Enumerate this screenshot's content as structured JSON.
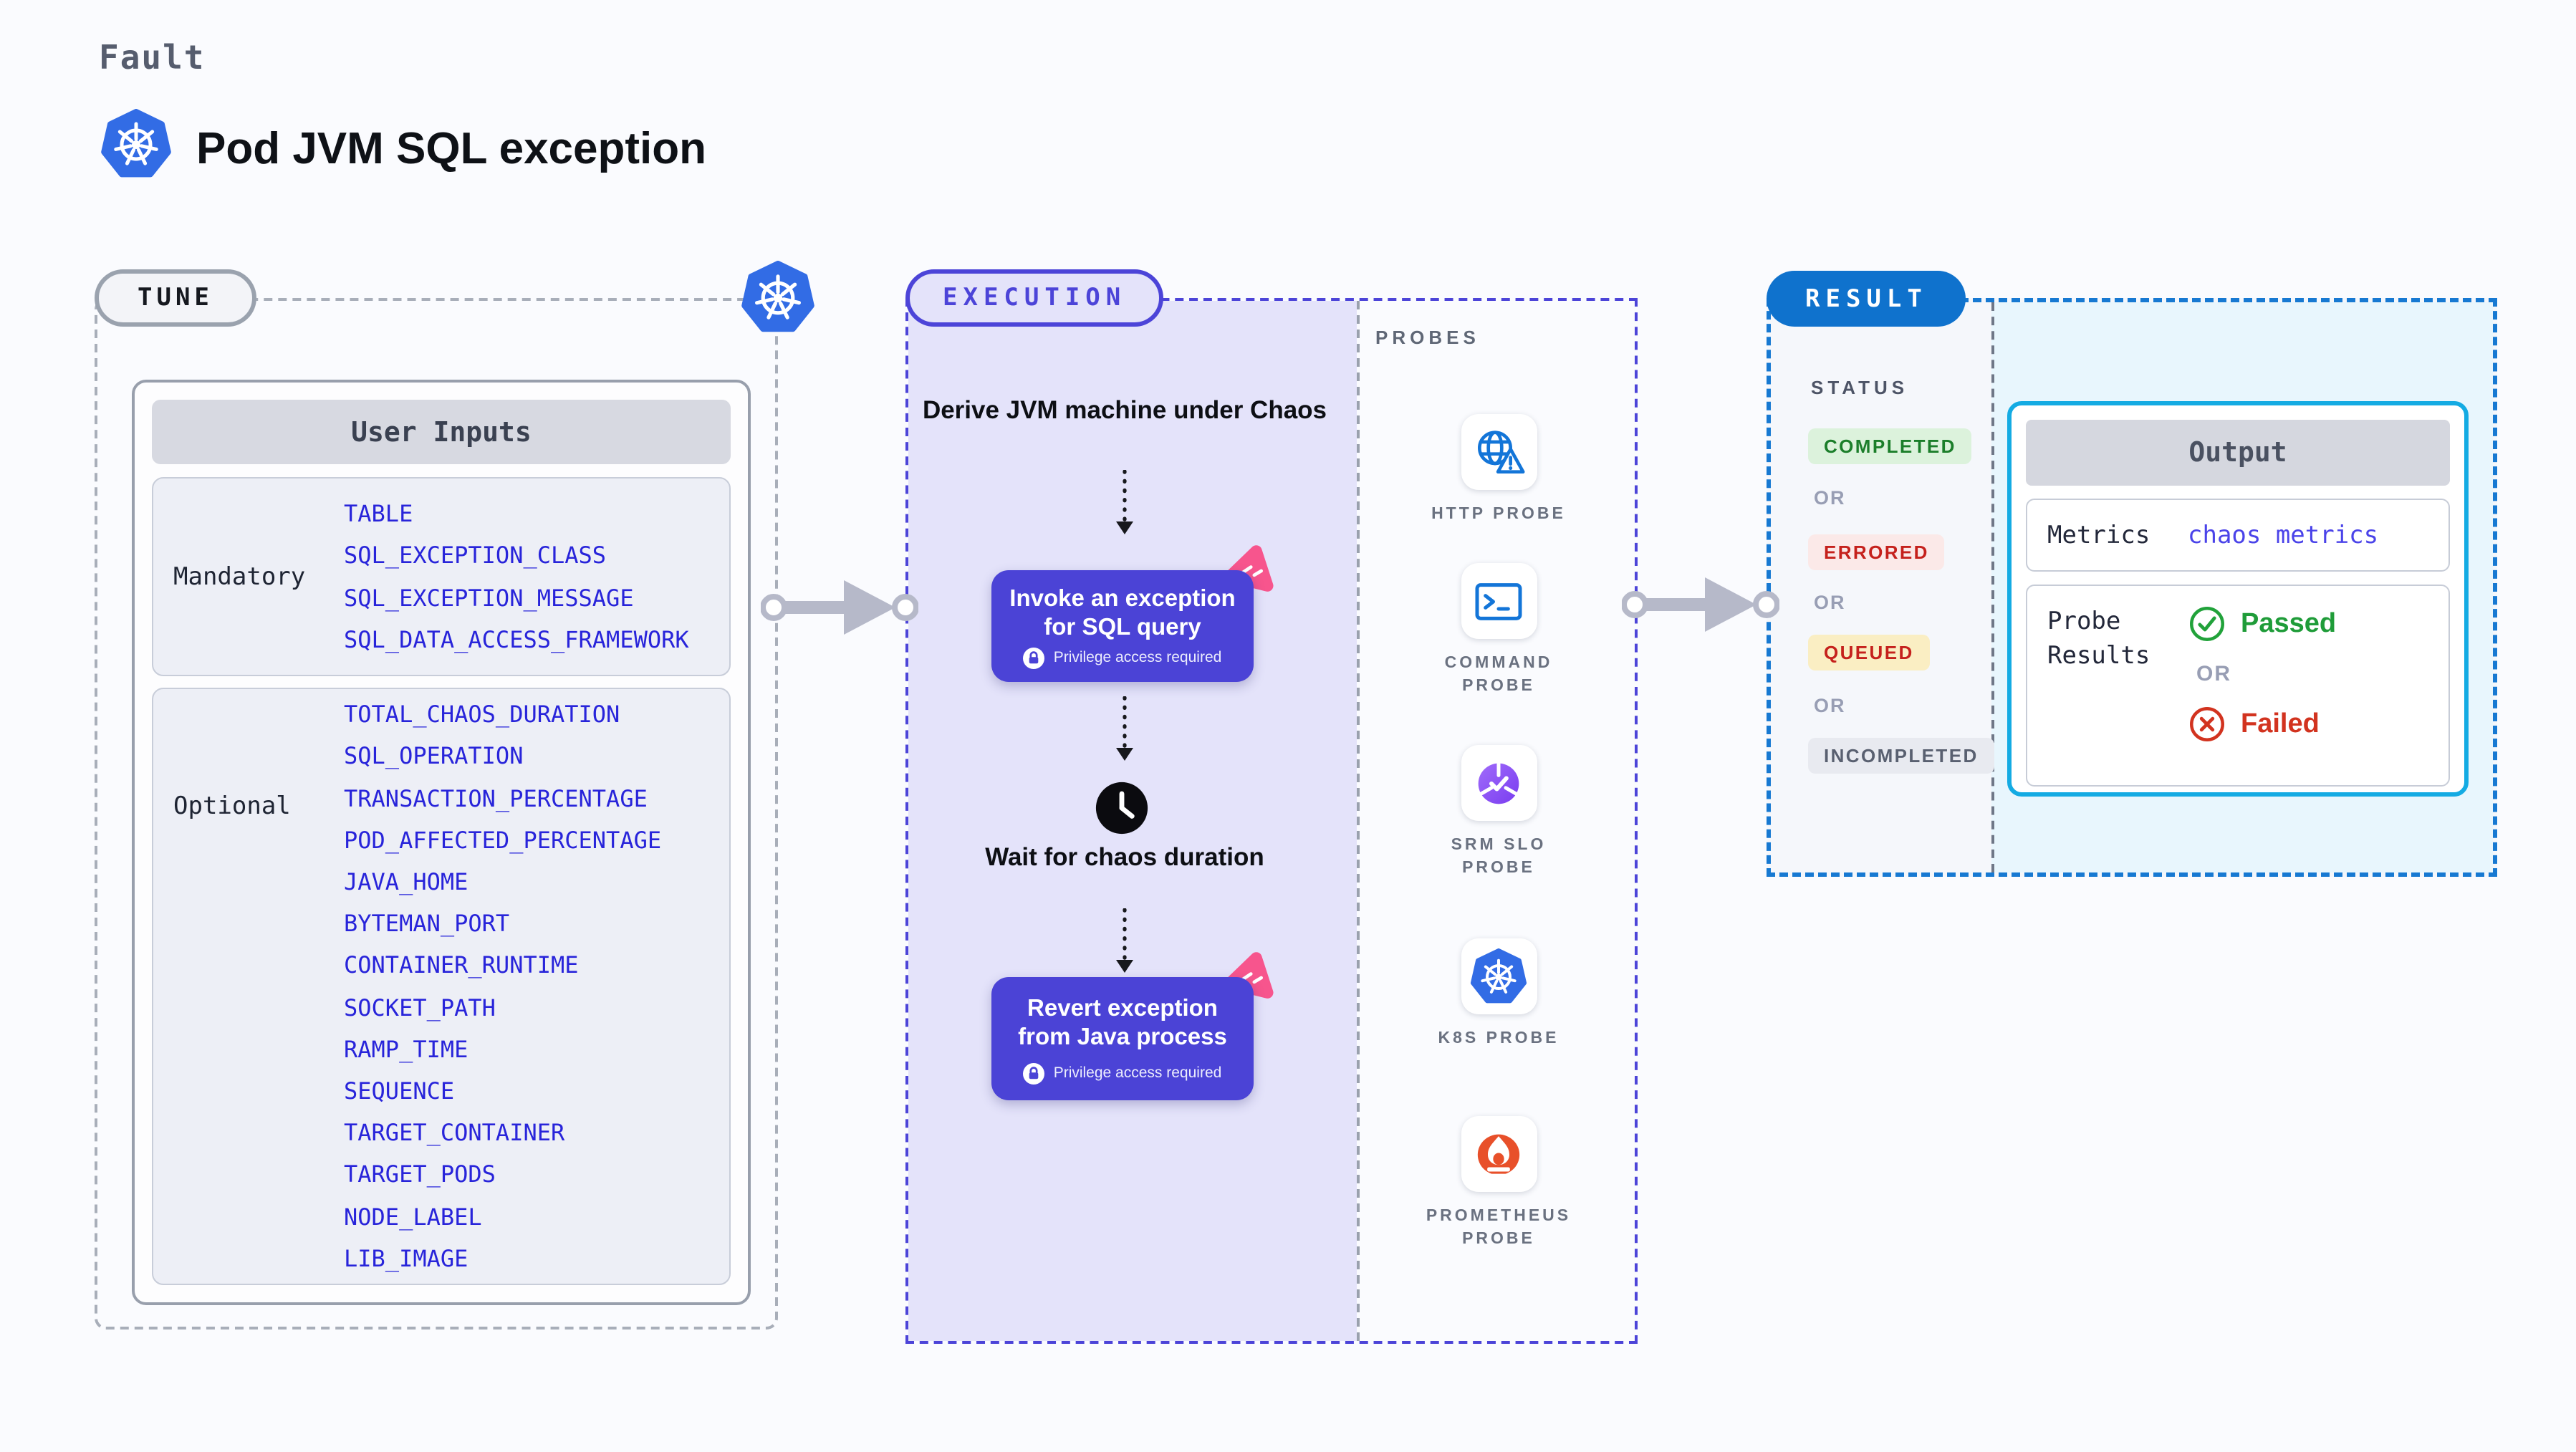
{
  "header": {
    "kicker": "Fault",
    "title": "Pod JVM SQL exception",
    "title_icon": "kubernetes-icon"
  },
  "tune": {
    "pill": "TUNE",
    "corner_icon": "kubernetes-icon",
    "table": {
      "title": "User Inputs",
      "groups": [
        {
          "label": "Mandatory",
          "items": [
            "TABLE",
            "SQL_EXCEPTION_CLASS",
            "SQL_EXCEPTION_MESSAGE",
            "SQL_DATA_ACCESS_FRAMEWORK"
          ]
        },
        {
          "label": "Optional",
          "items": [
            "TOTAL_CHAOS_DURATION",
            "SQL_OPERATION",
            "TRANSACTION_PERCENTAGE",
            "POD_AFFECTED_PERCENTAGE",
            "JAVA_HOME",
            "BYTEMAN_PORT",
            "CONTAINER_RUNTIME",
            "SOCKET_PATH",
            "RAMP_TIME",
            "SEQUENCE",
            "TARGET_CONTAINER",
            "TARGET_PODS",
            "NODE_LABEL",
            "LIB_IMAGE"
          ]
        }
      ]
    }
  },
  "execution": {
    "pill": "EXECUTION",
    "step1": "Derive JVM machine under Chaos",
    "invoke": {
      "title": "Invoke an exception for SQL query",
      "privilege": "Privilege access required",
      "icon": "lock-icon",
      "corner_icon": "chaos-icon"
    },
    "wait": {
      "title": "Wait for chaos duration",
      "icon": "clock-icon"
    },
    "revert": {
      "title": "Revert exception from Java process",
      "privilege": "Privilege access required",
      "icon": "lock-icon",
      "corner_icon": "chaos-icon"
    }
  },
  "probes": {
    "title": "PROBES",
    "items": [
      {
        "label": "HTTP PROBE",
        "icon": "globe-alert-icon"
      },
      {
        "label": "COMMAND PROBE",
        "icon": "terminal-icon"
      },
      {
        "label": "SRM SLO PROBE",
        "icon": "slo-gauge-icon"
      },
      {
        "label": "K8S PROBE",
        "icon": "kubernetes-icon"
      },
      {
        "label": "PROMETHEUS PROBE",
        "icon": "prometheus-icon"
      }
    ]
  },
  "result": {
    "pill": "RESULT",
    "status_title": "STATUS",
    "or_label": "OR",
    "statuses": [
      {
        "text": "COMPLETED",
        "tone": "green"
      },
      {
        "text": "ERRORED",
        "tone": "red"
      },
      {
        "text": "QUEUED",
        "tone": "yellow"
      },
      {
        "text": "INCOMPLETED",
        "tone": "gray"
      }
    ],
    "output": {
      "title": "Output",
      "metrics_label": "Metrics",
      "metrics_value": "chaos metrics",
      "probe_results_label": "Probe Results",
      "passed": "Passed",
      "or_label": "OR",
      "failed": "Failed"
    }
  },
  "colors": {
    "accent_purple": "#4c44d8",
    "accent_blue": "#0f72cd",
    "accent_cyan": "#14abe3",
    "kubernetes_blue": "#326ce5",
    "input_value_blue": "#2824da",
    "passed_green": "#1f9c39",
    "failed_red": "#d2331f",
    "chaos_pink": "#f7558d",
    "prometheus_orange": "#e8502a"
  }
}
